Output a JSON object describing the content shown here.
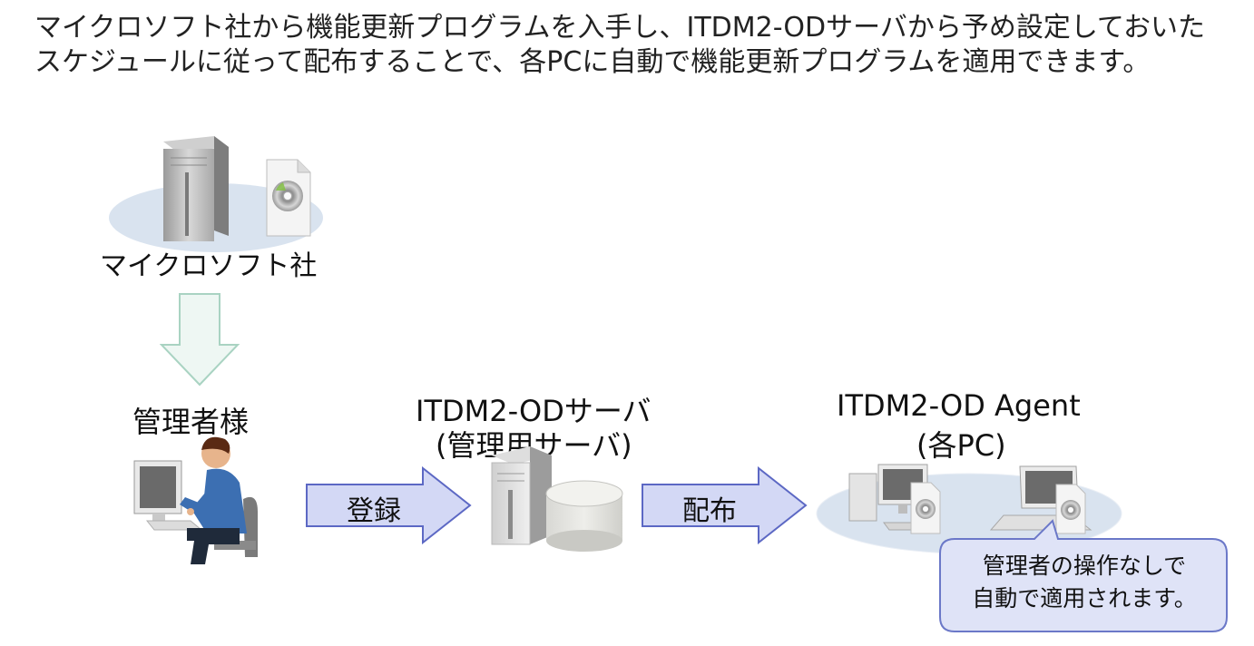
{
  "heading": {
    "line1": "マイクロソフト社から機能更新プログラムを入手し、ITDM2-ODサーバから予め設定しておいた",
    "line2": "スケジュールに従って配布することで、各PCに自動で機能更新プログラムを適用できます。"
  },
  "microsoft": {
    "label": "マイクロソフト社"
  },
  "admin": {
    "label": "管理者様"
  },
  "server": {
    "title": "ITDM2-ODサーバ",
    "subtitle": "(管理用サーバ)"
  },
  "agent": {
    "title": "ITDM2-OD Agent",
    "subtitle": "(各PC)"
  },
  "arrows": {
    "register": "登録",
    "distribute": "配布"
  },
  "callout": {
    "line1": "管理者の操作なしで",
    "line2": "自動で適用されます。"
  },
  "colors": {
    "arrow_fill": "#d3d8f5",
    "arrow_stroke": "#5c68c4",
    "down_arrow_fill": "#eef7f3",
    "down_arrow_stroke": "#a9d3c2",
    "ellipse_fill": "#d9e3ef",
    "callout_fill": "#dfe3f7",
    "callout_stroke": "#6b78c8"
  }
}
